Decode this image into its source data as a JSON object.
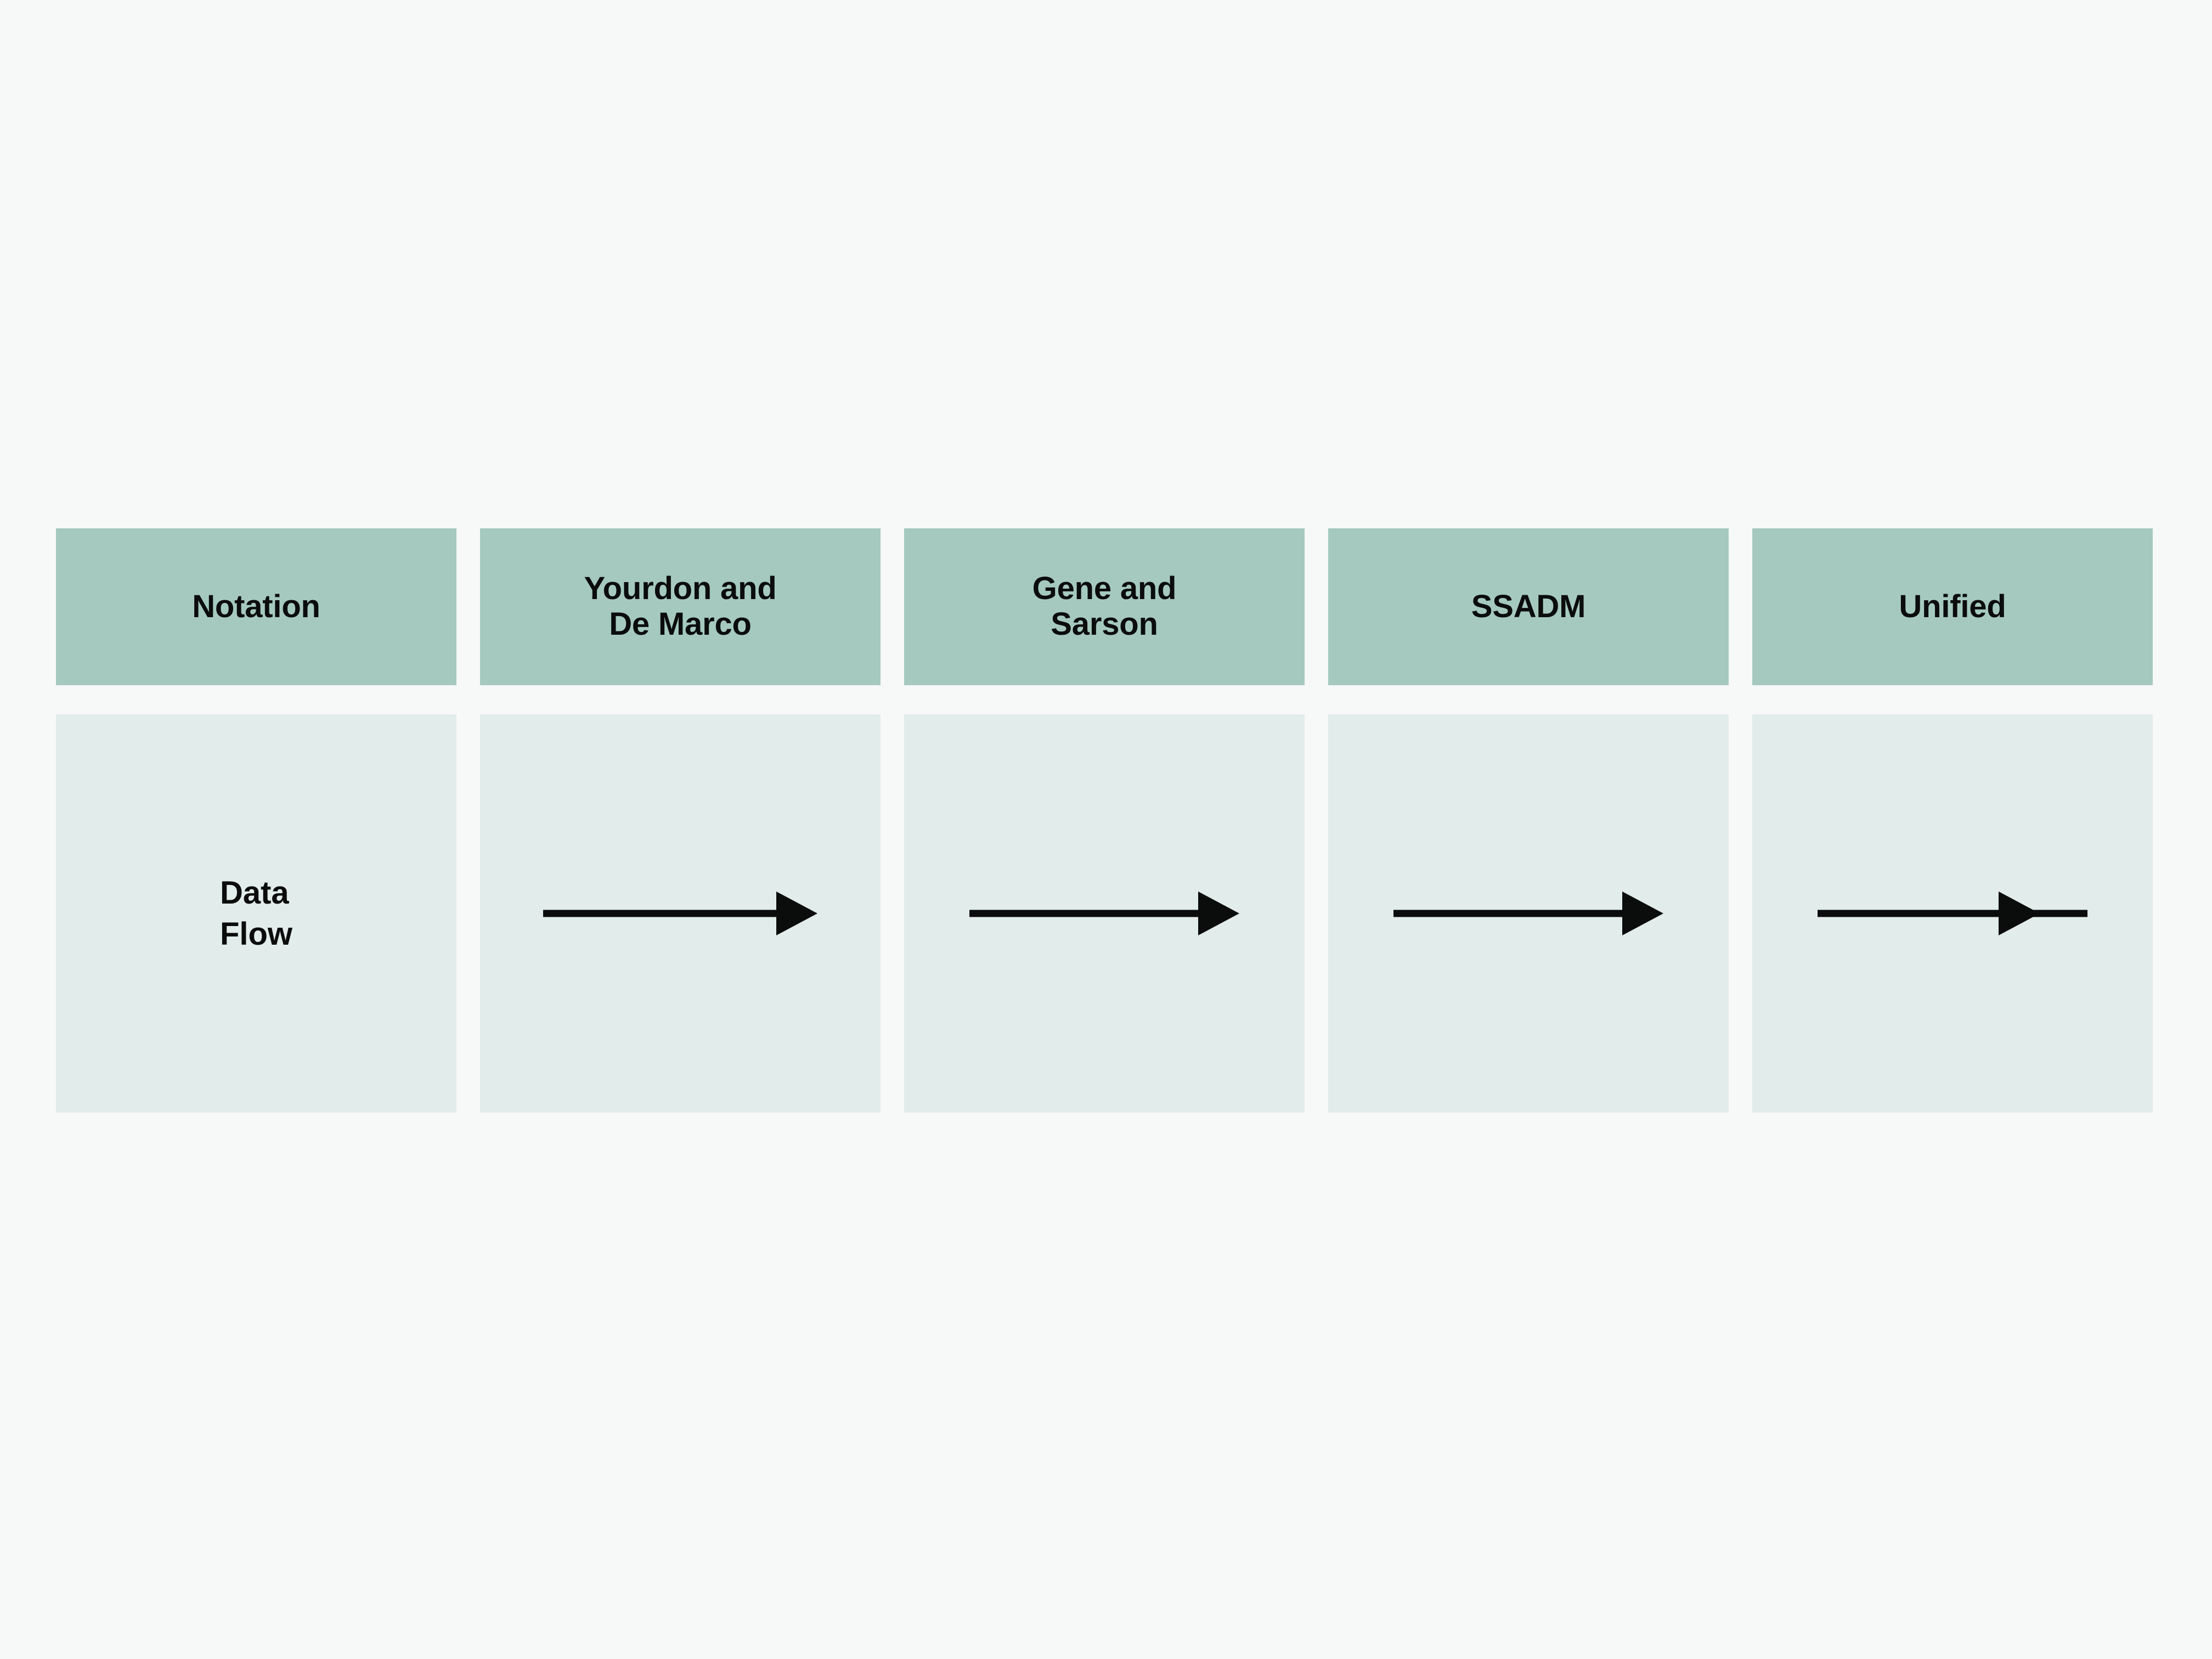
{
  "page": {
    "background_color": "#f7f8f8",
    "header_cell_color": "#a5c9bf",
    "body_cell_color": "#e2ecea",
    "ink_color": "#0b0c0c"
  },
  "table": {
    "columns": [
      {
        "id": "notation",
        "header": "Notation"
      },
      {
        "id": "yourdon",
        "header": "Yourdon and\nDe Marco"
      },
      {
        "id": "gene",
        "header": "Gene and\nSarson"
      },
      {
        "id": "ssadm",
        "header": "SSADM"
      },
      {
        "id": "unified",
        "header": "Unified"
      }
    ],
    "rows": [
      {
        "id": "data-flow",
        "label": "Data\nFlow",
        "cells": [
          {
            "column": "yourdon",
            "symbol": "arrow-right-solid-head-end"
          },
          {
            "column": "gene",
            "symbol": "arrow-right-solid-head-end"
          },
          {
            "column": "ssadm",
            "symbol": "arrow-right-solid-head-end"
          },
          {
            "column": "unified",
            "symbol": "arrow-right-solid-head-mid"
          }
        ]
      }
    ]
  }
}
